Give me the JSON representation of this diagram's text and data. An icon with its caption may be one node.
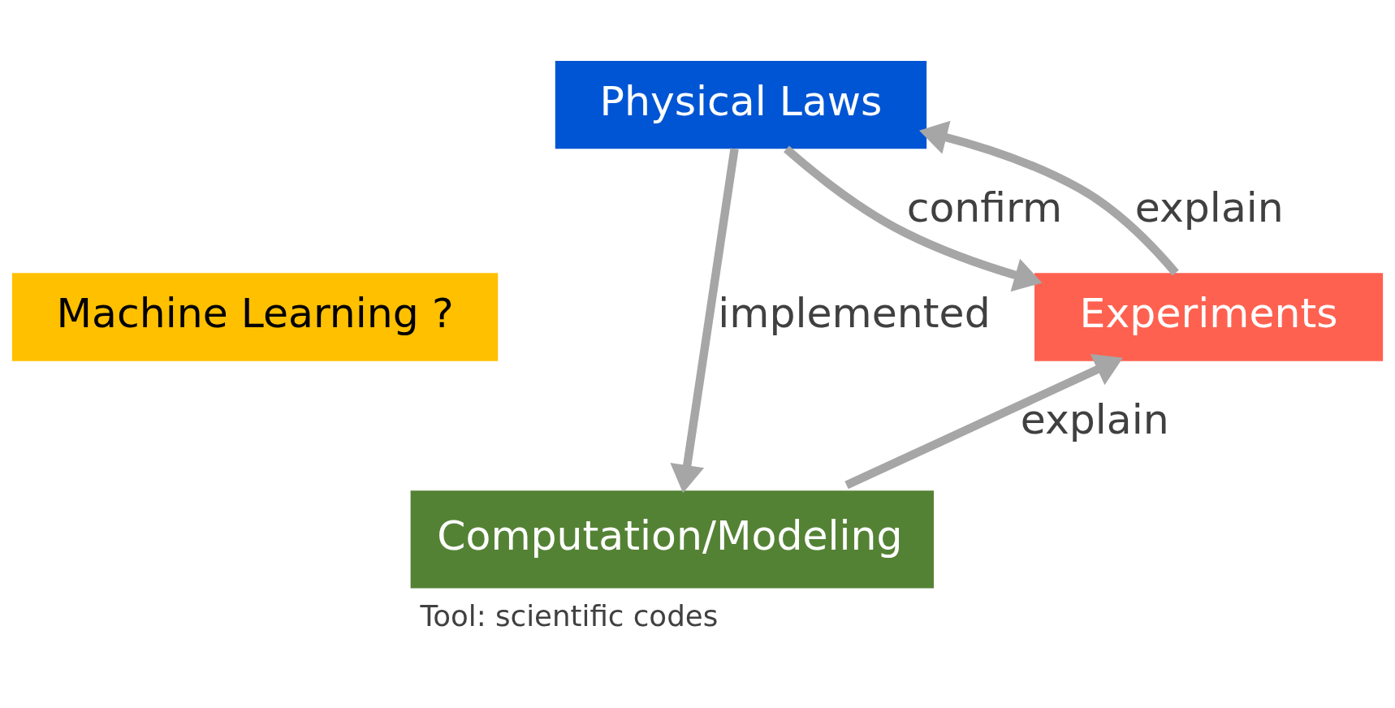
{
  "diagram": {
    "nodes": [
      {
        "text": [
          "Physical Laws"
        ]
      },
      {
        "text": [
          "Machine Learning ?"
        ]
      },
      {
        "text": [
          "Experiments"
        ]
      },
      {
        "text": [
          "Computation/Modeling"
        ],
        "beside": [
          "Tool: scientific codes"
        ]
      }
    ],
    "edges": [
      {
        "from": 0,
        "to": 3,
        "arrow": "to",
        "label": "implemented"
      },
      {
        "from": 0,
        "to": 2,
        "arrow": "to",
        "label": "confirm"
      },
      {
        "from": 2,
        "to": 0,
        "arrow": "to",
        "label": "explain"
      },
      {
        "from": 3,
        "to": 2,
        "arrow": "to",
        "label": "explain"
      }
    ]
  }
}
